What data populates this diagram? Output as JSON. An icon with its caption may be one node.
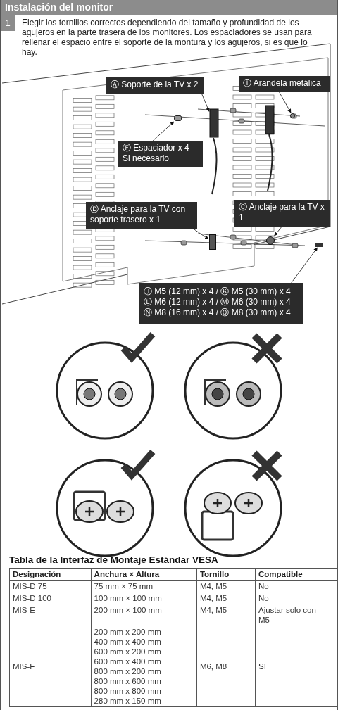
{
  "diagram": {
    "title": "Instalación del monitor",
    "nodes": [
      {
        "text": [
          "Ⓐ Soporte de la TV x 2"
        ]
      },
      {
        "text": [
          "Ⓘ Arandela metálica"
        ]
      },
      {
        "text": [
          "Ⓕ Espaciador x 4 Si necesario"
        ]
      },
      {
        "text": [
          "Ⓓ Anclaje para la TV con soporte trasero x 1"
        ]
      },
      {
        "text": [
          "Ⓒ Anclaje para la TV x 1"
        ]
      },
      {
        "text": [
          "Ⓙ M5 (12 mm) x 4 / Ⓚ M5 (30 mm) x 4",
          "Ⓛ M6 (12 mm) x 4 / Ⓜ M6 (30 mm) x 4",
          "Ⓝ M8 (16 mm) x 4 / Ⓞ M8 (30 mm) x 4"
        ]
      },
      {
        "text": [],
        "shape": "bracket"
      },
      {
        "text": [],
        "shape": "washer"
      },
      {
        "text": [],
        "shape": "spacer"
      },
      {
        "text": [],
        "shape": "anchor"
      },
      {
        "text": [],
        "shape": "anchor"
      },
      {
        "text": [],
        "shape": "screw"
      }
    ],
    "edges": [
      {
        "from": 0,
        "to": 6,
        "arrow": "to"
      },
      {
        "from": 1,
        "to": 7,
        "arrow": "to"
      },
      {
        "from": 2,
        "to": 8,
        "arrow": "to"
      },
      {
        "from": 3,
        "to": 9,
        "arrow": "to"
      },
      {
        "from": 4,
        "to": 10,
        "arrow": "to"
      },
      {
        "from": 5,
        "to": 11,
        "arrow": "to"
      }
    ],
    "labels": [
      "1",
      "Elegir los tornillos correctos dependiendo del tamaño y profundidad de los agujeros en la parte trasera de los monitores. Los espaciadores se usan para rellenar el espacio entre el soporte de la montura y los agujeros, si es que lo hay.",
      "Tabla de la Interfaz de Montaje Estándar VESA",
      "Designación",
      "Anchura × Altura",
      "Tornillo",
      "Compatible",
      "MIS-D 75",
      "75 mm × 75 mm",
      "M4, M5",
      "No",
      "MIS-D 100",
      "100 mm × 100 mm",
      "M4, M5",
      "No",
      "MIS-E",
      "200 mm × 100 mm",
      "M4, M5",
      "Ajustar solo con M5",
      "MIS-F",
      "200 mm x 200 mm 400 mm x 400 mm 600 mm x 200 mm 600 mm x 400 mm 800 mm x 200 mm 800 mm x 600 mm 800 mm x 800 mm 280 mm x 150 mm",
      "M6, M8",
      "Sí"
    ]
  }
}
